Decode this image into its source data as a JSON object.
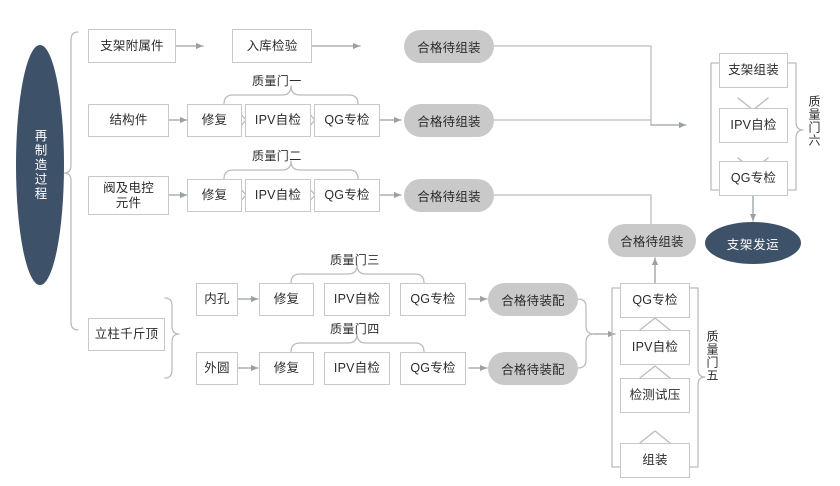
{
  "diagram": {
    "title_node": "再制造过程",
    "end_node": "支架发运",
    "colors": {
      "accent_dark": "#3d5169",
      "pill_gray": "#c9c9c9",
      "box_border": "#c6c9cb",
      "line": "#b9bcbe",
      "text": "#2b2b2b",
      "background": "#ffffff"
    },
    "rows": {
      "row1": {
        "source": "支架附属件",
        "steps": [
          "入库检验"
        ],
        "output": "合格待组装"
      },
      "row2": {
        "source": "结构件",
        "gate": "质量门一",
        "steps": [
          "修复",
          "IPV自检",
          "QG专检"
        ],
        "output": "合格待组装"
      },
      "row3": {
        "source": "阀及电控\n元件",
        "gate": "质量门二",
        "steps": [
          "修复",
          "IPV自检",
          "QG专检"
        ],
        "output": "合格待组装"
      },
      "row4": {
        "source": "立柱千斤顶",
        "branches": [
          {
            "name": "内孔",
            "gate": "质量门三",
            "steps": [
              "修复",
              "IPV自检",
              "QG专检"
            ],
            "output": "合格待装配"
          },
          {
            "name": "外圆",
            "gate": "质量门四",
            "steps": [
              "修复",
              "IPV自检",
              "QG专检"
            ],
            "output": "合格待装配"
          }
        ]
      }
    },
    "column_gate5": {
      "gate": "质量门五",
      "steps_bottom_to_top": [
        "组装",
        "检测试压",
        "IPV自检",
        "QG专检"
      ],
      "output": "合格待组装"
    },
    "column_gate6": {
      "gate": "质量门六",
      "steps_top_to_bottom": [
        "支架组装",
        "IPV自检",
        "QG专检"
      ],
      "output": "支架发运"
    }
  }
}
